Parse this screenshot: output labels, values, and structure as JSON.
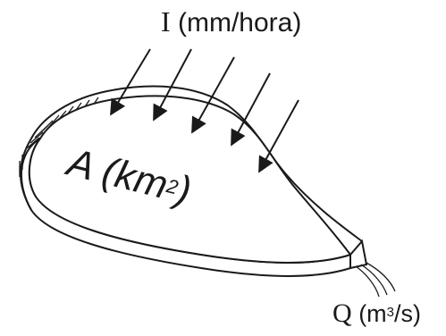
{
  "labels": {
    "intensity_symbol": "I",
    "intensity_unit": "(mm/hora)",
    "area_symbol": "A",
    "area_unit_open": "(km",
    "area_unit_exp": "2",
    "area_unit_close": ")",
    "discharge_symbol": "Q",
    "discharge_unit_open": "(m",
    "discharge_unit_exp": "3",
    "discharge_unit_close": "/s)"
  },
  "colors": {
    "ink": "#1a1a1a",
    "basin_fill": "#ffffff",
    "background": "#ffffff"
  },
  "elements": {
    "rainfall_arrow_count": 5
  }
}
